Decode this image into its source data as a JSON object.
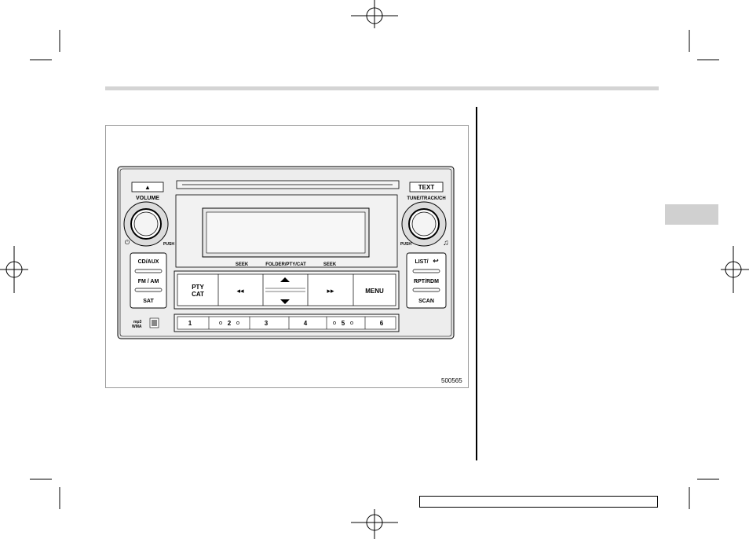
{
  "figure": {
    "id": "500565",
    "labels": {
      "eject": "▲",
      "volume": "VOLUME",
      "power": "⏻",
      "push_left": "PUSH",
      "text_button": "TEXT",
      "tune": "TUNE/TRACK/CH",
      "push_right": "PUSH",
      "music_icon": "♫",
      "seek_left": "SEEK",
      "folder_pty_cat": "FOLDER/PTY/CAT",
      "seek_right": "SEEK",
      "cd_aux": "CD/AUX",
      "fm_am": "FM / AM",
      "sat": "SAT",
      "list": "LIST/",
      "return_icon": "↩",
      "rpt_rdm": "RPT/RDM",
      "scan": "SCAN",
      "pty": "PTY",
      "cat": "CAT",
      "rew": "◂◂",
      "ff": "▸▸",
      "menu": "MENU",
      "mp3": "mp3",
      "wma": "WMA",
      "presets": [
        "1",
        "2",
        "3",
        "4",
        "5",
        "6"
      ]
    }
  }
}
